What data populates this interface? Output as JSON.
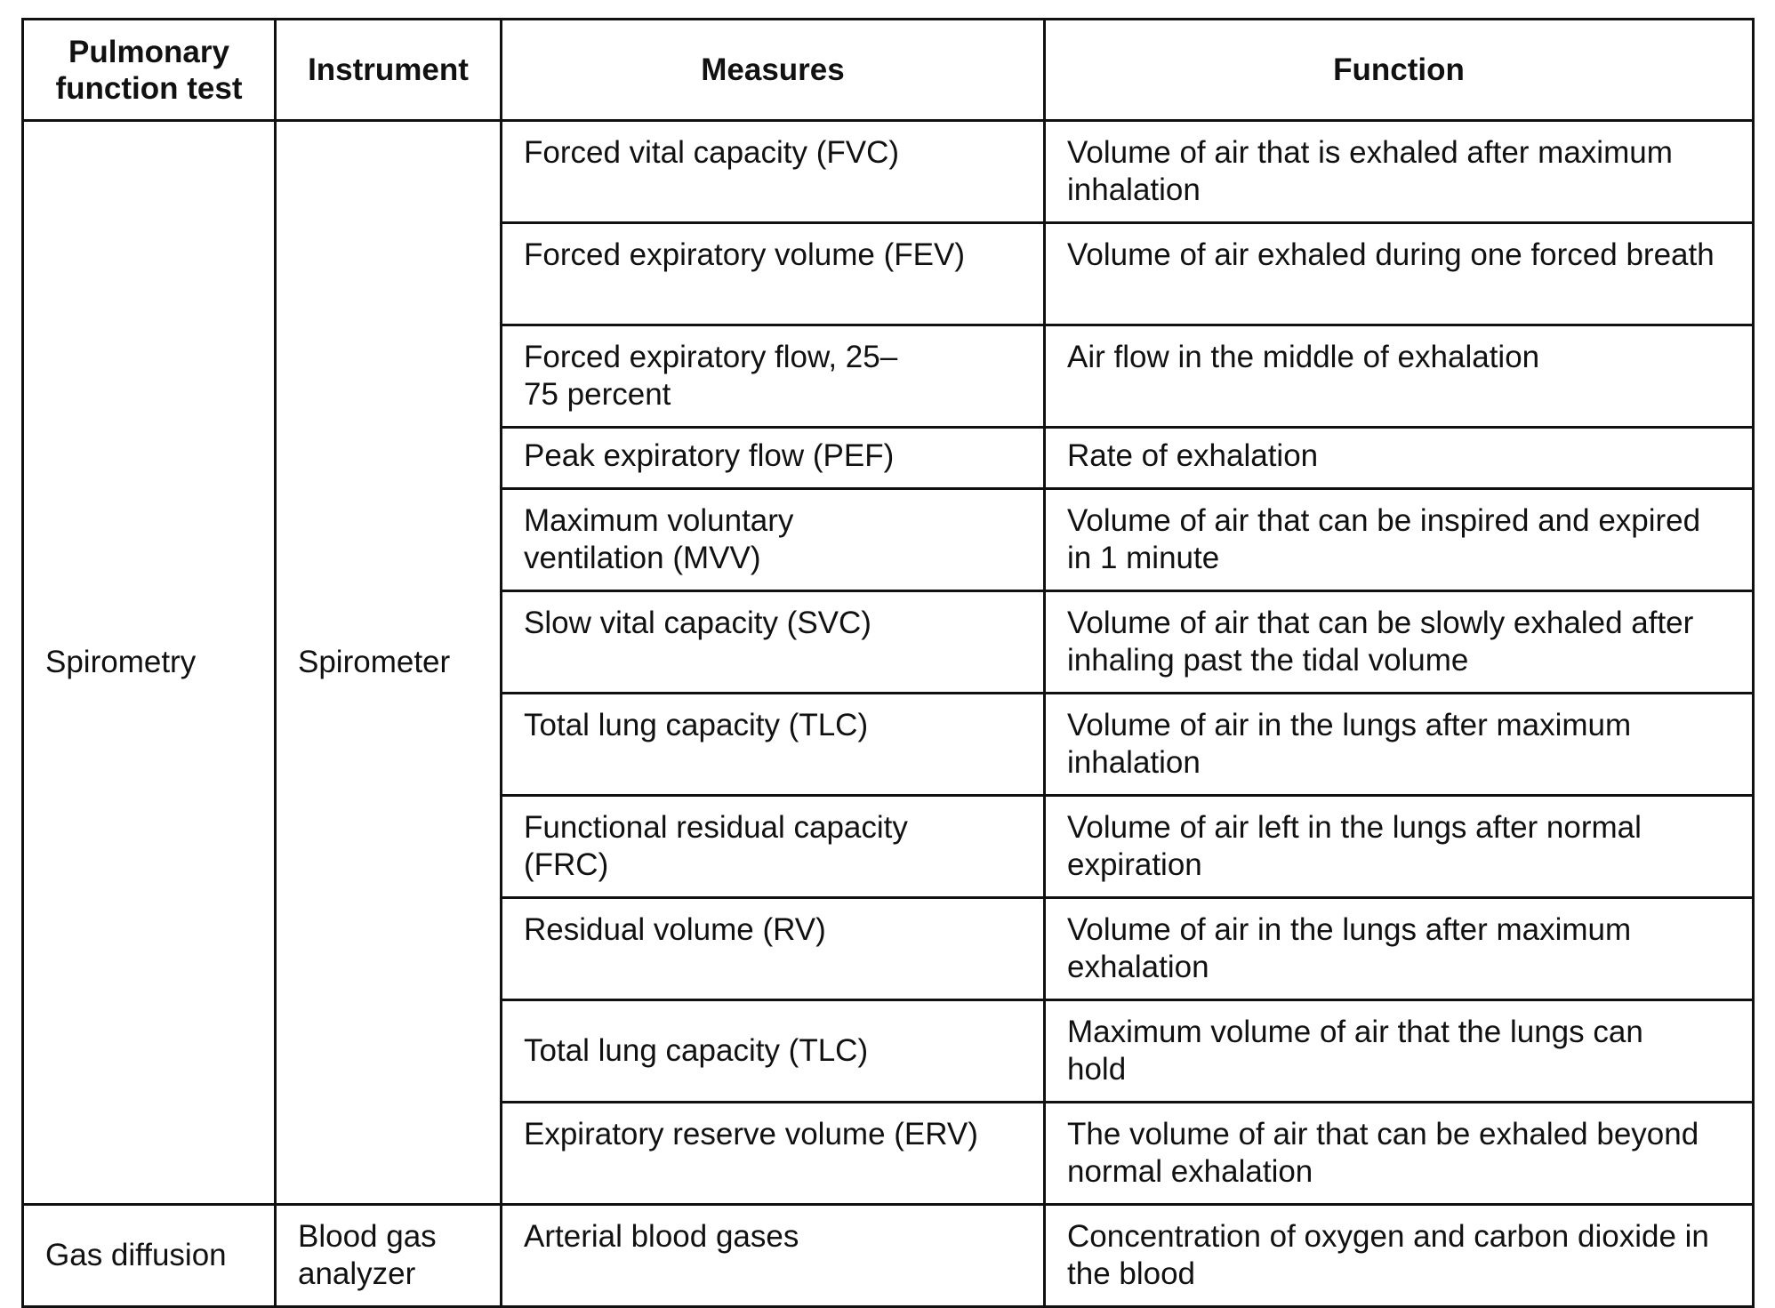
{
  "table": {
    "headers": [
      "Pulmonary function test",
      "Instrument",
      "Measures",
      "Function"
    ],
    "rows": [
      {
        "test": "Spirometry",
        "instrument": "Spirometer",
        "measures": "Forced vital capacity (FVC)",
        "function": "Volume of air that is exhaled after maximum inhalation"
      },
      {
        "measures": "Forced expiratory volume (FEV)",
        "function": "Volume of air exhaled during one forced breath"
      },
      {
        "measures": "Forced expiratory flow, 25–75 percent",
        "function": "Air flow in the middle of exhalation"
      },
      {
        "measures": "Peak expiratory flow (PEF)",
        "function": "Rate of exhalation"
      },
      {
        "measures": "Maximum voluntary ventilation (MVV)",
        "function": "Volume of air that can be inspired and expired in 1 minute"
      },
      {
        "measures": "Slow vital capacity (SVC)",
        "function": "Volume of air that can be slowly exhaled after inhaling past the tidal volume"
      },
      {
        "measures": "Total lung capacity (TLC)",
        "function": "Volume of air in the lungs after maximum inhalation"
      },
      {
        "measures": "Functional residual capacity (FRC)",
        "function": "Volume of air left in the lungs after normal expiration"
      },
      {
        "measures": "Residual volume (RV)",
        "function": "Volume of air in the lungs after maximum exhalation"
      },
      {
        "measures": "Total lung capacity (TLC)",
        "function": "Maximum volume of air that the lungs can hold"
      },
      {
        "measures": "Expiratory reserve volume (ERV)",
        "function": "The volume of air that can be exhaled beyond normal exhalation"
      },
      {
        "test": "Gas diffusion",
        "instrument": "Blood gas analyzer",
        "measures": "Arterial blood gases",
        "function": "Concentration of oxygen and carbon dioxide in the blood"
      }
    ]
  }
}
